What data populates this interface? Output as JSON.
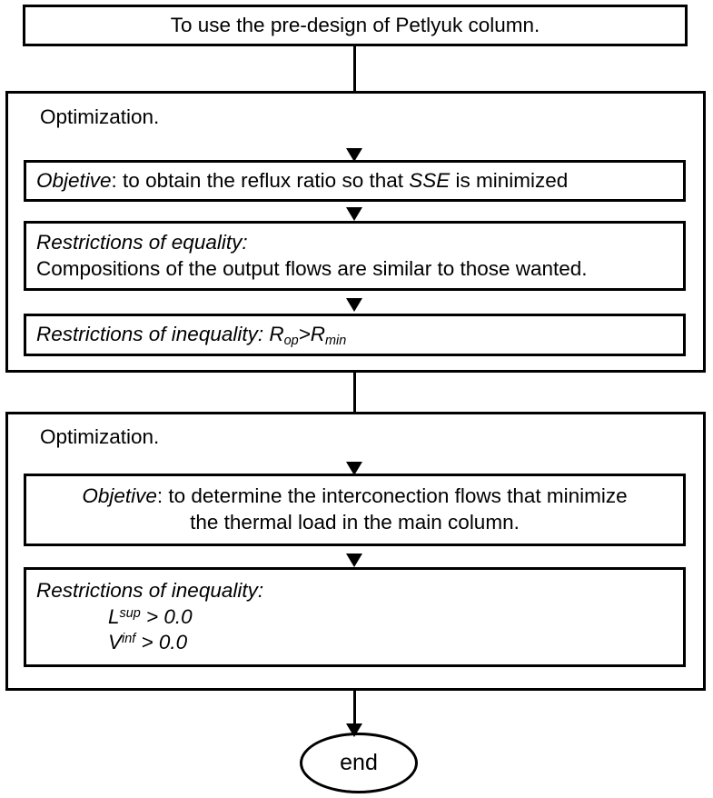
{
  "diagram": {
    "title_box": {
      "text": "To use the pre-design of Petlyuk column."
    },
    "stage1": {
      "label": "Optimization.",
      "objective": {
        "emph": "Objetive",
        "rest": ": to obtain the reflux ratio so that ",
        "emph2": "SSE",
        "rest2": " is minimized"
      },
      "equality": {
        "heading": "Restrictions of equality:",
        "body": "Compositions of the output flows are similar to those wanted."
      },
      "inequality": {
        "heading": "Restrictions of inequality:",
        "var1_base": "R",
        "var1_sub": "op",
        "operator": ">",
        "var2_base": "R",
        "var2_sub": "min"
      }
    },
    "stage2": {
      "label": "Optimization.",
      "objective": {
        "emph": "Objetive",
        "rest": ": to determine the interconection flows that minimize",
        "line2": "the thermal load in the main column."
      },
      "inequality": {
        "heading": "Restrictions of inequality:",
        "constraint1_base": "L",
        "constraint1_sup": "sup",
        "constraint1_rest": " > 0.0",
        "constraint2_base": "V",
        "constraint2_sup": "inf",
        "constraint2_rest": " > 0.0"
      }
    },
    "end_node": {
      "label": "end"
    },
    "colors": {
      "stroke": "#000000",
      "fill": "#ffffff",
      "text": "#000000"
    }
  }
}
